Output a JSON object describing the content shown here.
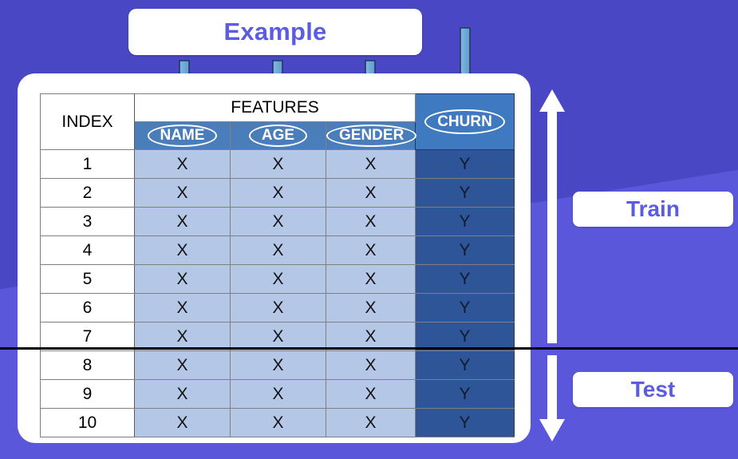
{
  "background": {
    "primary_color": "#4a47c4",
    "secondary_color": "#5a57da"
  },
  "callout": {
    "label": "Example",
    "text_color": "#5b5ce0"
  },
  "annotation_arrows": [
    {
      "name": "arrow-to-name",
      "target": "NAME"
    },
    {
      "name": "arrow-to-age",
      "target": "AGE"
    },
    {
      "name": "arrow-to-gender",
      "target": "GENDER"
    },
    {
      "name": "arrow-to-churn",
      "target": "CHURN"
    }
  ],
  "table": {
    "index_header": "INDEX",
    "features_header": "FEATURES",
    "feature_columns": [
      "NAME",
      "AGE",
      "GENDER"
    ],
    "target_column": "CHURN",
    "feature_value": "X",
    "target_value": "Y",
    "rows": [
      {
        "index": "1",
        "name": "X",
        "age": "X",
        "gender": "X",
        "churn": "Y"
      },
      {
        "index": "2",
        "name": "X",
        "age": "X",
        "gender": "X",
        "churn": "Y"
      },
      {
        "index": "3",
        "name": "X",
        "age": "X",
        "gender": "X",
        "churn": "Y"
      },
      {
        "index": "4",
        "name": "X",
        "age": "X",
        "gender": "X",
        "churn": "Y"
      },
      {
        "index": "5",
        "name": "X",
        "age": "X",
        "gender": "X",
        "churn": "Y"
      },
      {
        "index": "6",
        "name": "X",
        "age": "X",
        "gender": "X",
        "churn": "Y"
      },
      {
        "index": "7",
        "name": "X",
        "age": "X",
        "gender": "X",
        "churn": "Y"
      },
      {
        "index": "8",
        "name": "X",
        "age": "X",
        "gender": "X",
        "churn": "Y"
      },
      {
        "index": "9",
        "name": "X",
        "age": "X",
        "gender": "X",
        "churn": "Y"
      },
      {
        "index": "10",
        "name": "X",
        "age": "X",
        "gender": "X",
        "churn": "Y"
      }
    ],
    "colors": {
      "feature_cell": "#b4c7e7",
      "target_cell": "#2e5597",
      "sub_header": "#4a7ebb",
      "churn_header": "#3f7ac0"
    }
  },
  "split": {
    "train_label": "Train",
    "test_label": "Test",
    "train_rows": "1-7",
    "test_rows": "8-10",
    "divider_after_row": "7"
  }
}
